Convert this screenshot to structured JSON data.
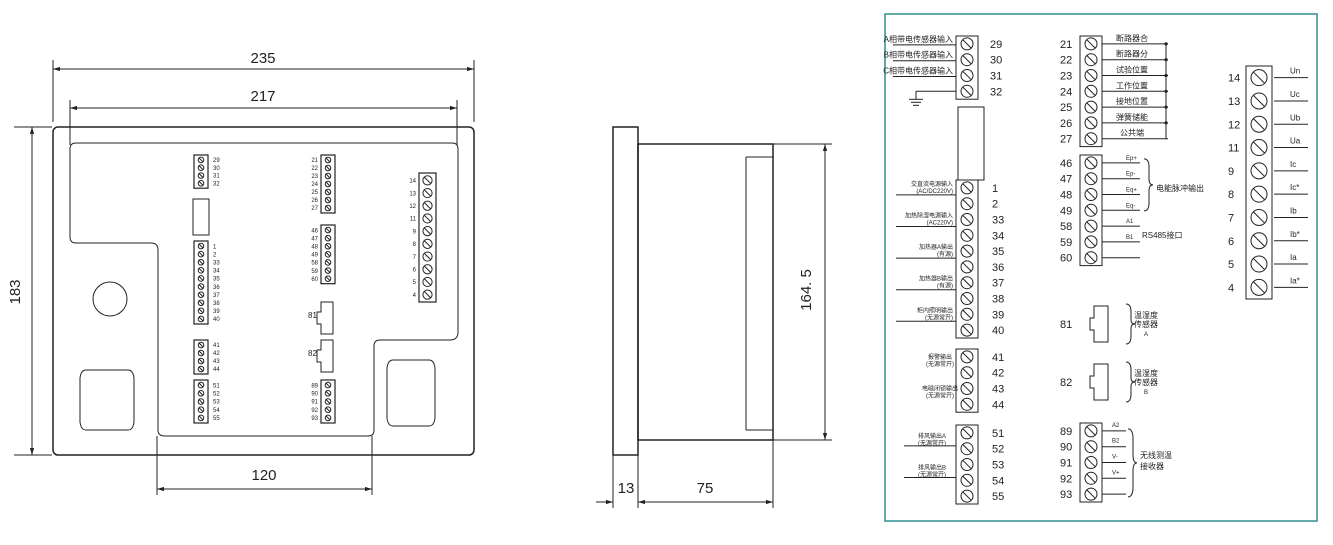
{
  "front_view": {
    "dims": {
      "width_outer": "235",
      "width_inner": "217",
      "height": "183",
      "cutout_width": "120"
    },
    "terminal_groups": [
      [
        "29",
        "30",
        "31",
        "32"
      ],
      [
        "1",
        "2",
        "33",
        "34",
        "35",
        "36",
        "37",
        "38",
        "39",
        "40"
      ],
      [
        "41",
        "42",
        "43",
        "44"
      ],
      [
        "51",
        "52",
        "53",
        "54",
        "55"
      ],
      [
        "21",
        "22",
        "23",
        "24",
        "25",
        "26",
        "27"
      ],
      [
        "46",
        "47",
        "48",
        "49",
        "58",
        "59",
        "60"
      ],
      [
        "89",
        "90",
        "91",
        "92",
        "93"
      ],
      [
        "14",
        "13",
        "12",
        "11",
        "9",
        "8",
        "7",
        "6",
        "5",
        "4"
      ]
    ],
    "ports": [
      "81",
      "82"
    ]
  },
  "side_view": {
    "dims": {
      "height": "164. 5",
      "panel": "13",
      "depth": "75"
    }
  },
  "wiring": {
    "col1": {
      "numbers_top": [
        "29",
        "30",
        "31",
        "32"
      ],
      "labels_top": [
        "A相带电传感器输入",
        "B相带电传感器输入",
        "C相带电传感器输入"
      ],
      "numbers_mid": [
        "1",
        "2",
        "33",
        "34",
        "35",
        "36",
        "37",
        "38",
        "39",
        "40"
      ],
      "labels_mid": [
        [
          "交直流电源输入",
          "(AC/DC220V)"
        ],
        [
          "加热除湿电源输入",
          "(AC220V)"
        ],
        [
          "加热器A输出",
          "(有源)"
        ],
        [
          "加热器B输出",
          "(有源)"
        ],
        [
          "柜内照明输出",
          "(无源常开)"
        ]
      ],
      "numbers_g3": [
        "41",
        "42",
        "43",
        "44"
      ],
      "labels_g3": [
        [
          "报警输出",
          "(无源常开)"
        ],
        [
          "电磁闭锁输出",
          "(无源常开)"
        ]
      ],
      "numbers_g4": [
        "51",
        "52",
        "53",
        "54",
        "55"
      ],
      "labels_g4": [
        [
          "排风输出A",
          "(无源常开)"
        ],
        [
          "排风输出B",
          "(无源常开)"
        ]
      ]
    },
    "col2": {
      "numbers_top": [
        "21",
        "22",
        "23",
        "24",
        "25",
        "26",
        "27"
      ],
      "labels_top": [
        "断路器合",
        "断路器分",
        "试验位置",
        "工作位置",
        "接地位置",
        "弹簧储能",
        "公共端"
      ],
      "numbers_mid": [
        "46",
        "47",
        "48",
        "49",
        "58",
        "59",
        "60"
      ],
      "wire_labels_mid": [
        "Ep+",
        "Ep-",
        "Eq+",
        "Eq-",
        "A1",
        "B1"
      ],
      "pulse_label": "电能脉冲输出",
      "rs485_label": "RS485接口",
      "sensor_a": {
        "num": "81",
        "lines": [
          "温湿度",
          "传感器",
          "A"
        ]
      },
      "sensor_b": {
        "num": "82",
        "lines": [
          "温湿度",
          "传感器",
          "B"
        ]
      },
      "numbers_bot": [
        "89",
        "90",
        "91",
        "92",
        "93"
      ],
      "wire_labels_bot": [
        "A2",
        "B2",
        "V-",
        "V+"
      ],
      "receiver_lines": [
        "无线测温",
        "接收器"
      ]
    },
    "col3": {
      "numbers": [
        "14",
        "13",
        "12",
        "11",
        "9",
        "8",
        "7",
        "6",
        "5",
        "4"
      ],
      "labels": [
        "Un",
        "Uc",
        "Ub",
        "Ua",
        "Ic",
        "Ic*",
        "Ib",
        "Ib*",
        "Ia",
        "Ia*"
      ]
    }
  }
}
